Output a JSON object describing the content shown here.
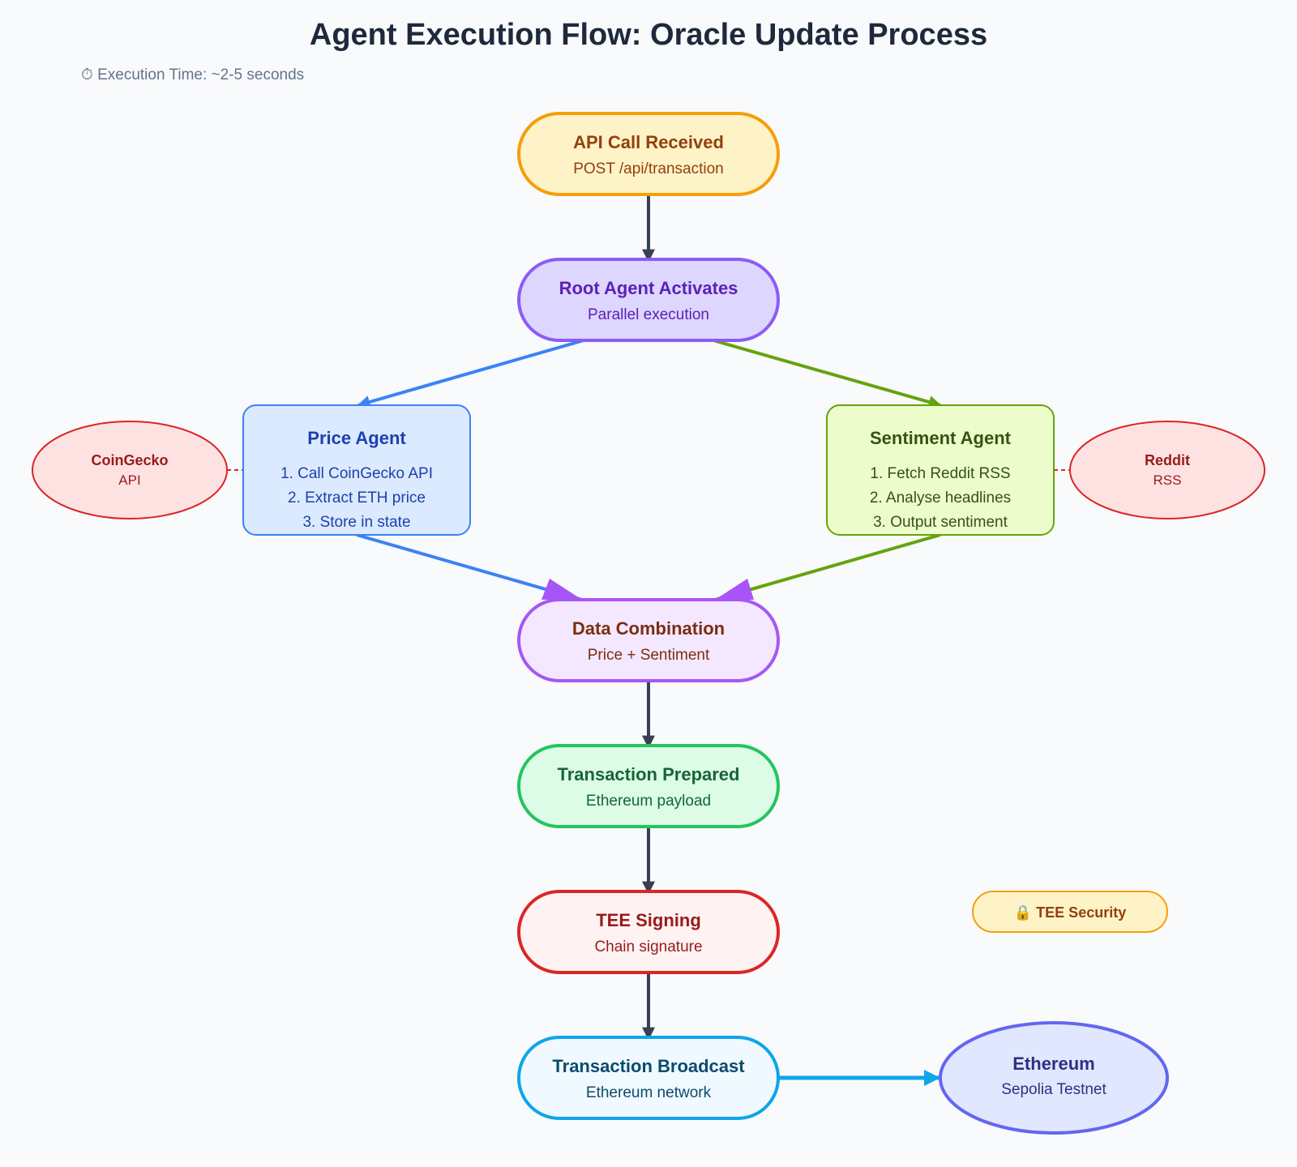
{
  "title": "Agent Execution Flow: Oracle Update Process",
  "timing": "⏱ Execution Time: ~2-5 seconds",
  "nodes": {
    "api": {
      "title": "API Call Received",
      "sub": "POST /api/transaction"
    },
    "root": {
      "title": "Root Agent Activates",
      "sub": "Parallel execution"
    },
    "price": {
      "title": "Price Agent",
      "steps": [
        "1. Call CoinGecko API",
        "2. Extract ETH price",
        "3. Store in state"
      ]
    },
    "sentiment": {
      "title": "Sentiment Agent",
      "steps": [
        "1. Fetch Reddit RSS",
        "2. Analyse headlines",
        "3. Output sentiment"
      ]
    },
    "combine": {
      "title": "Data Combination",
      "sub": "Price + Sentiment"
    },
    "prepared": {
      "title": "Transaction Prepared",
      "sub": "Ethereum payload"
    },
    "signing": {
      "title": "TEE Signing",
      "sub": "Chain signature"
    },
    "broadcast": {
      "title": "Transaction Broadcast",
      "sub": "Ethereum network"
    },
    "ethereum": {
      "title": "Ethereum",
      "sub": "Sepolia Testnet"
    }
  },
  "external": {
    "coingecko": {
      "title": "CoinGecko",
      "sub": "API"
    },
    "reddit": {
      "title": "Reddit",
      "sub": "RSS"
    }
  },
  "badge": {
    "tee_security": "🔒 TEE Security"
  },
  "colors": {
    "api": "#f59e0b",
    "root": "#8b5cf6",
    "price": "#3b82f6",
    "sentiment": "#65a30d",
    "combine": "#a855f7",
    "prepared": "#22c55e",
    "signing": "#dc2626",
    "broadcast": "#0ea5e9",
    "ethereum": "#6366f1",
    "external": "#dc2626",
    "arrow": "#374151"
  }
}
